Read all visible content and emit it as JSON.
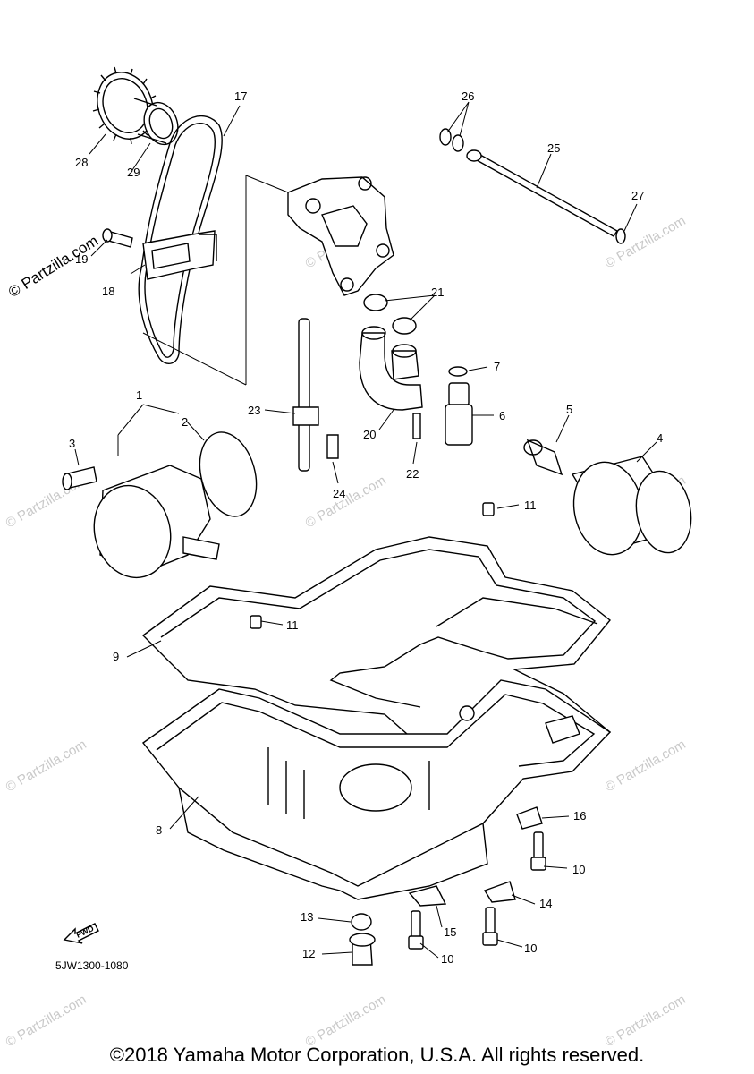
{
  "watermark": "© Partzilla.com",
  "copyright_vertical": "© Partzilla.com",
  "diagram_code": "5JW1300-1080",
  "fwd_label": "FWD",
  "footer": "©2018 Yamaha Motor Corporation, U.S.A. All rights reserved.",
  "callouts": {
    "c1": "1",
    "c2": "2",
    "c3": "3",
    "c4": "4",
    "c5": "5",
    "c6": "6",
    "c7": "7",
    "c8": "8",
    "c9": "9",
    "c10a": "10",
    "c10b": "10",
    "c10c": "10",
    "c11a": "11",
    "c11b": "11",
    "c12": "12",
    "c13": "13",
    "c14": "14",
    "c15": "15",
    "c16": "16",
    "c17": "17",
    "c18": "18",
    "c19": "19",
    "c20": "20",
    "c21": "21",
    "c22": "22",
    "c23": "23",
    "c24": "24",
    "c25": "25",
    "c26": "26",
    "c27": "27",
    "c28": "28",
    "c29": "29"
  }
}
